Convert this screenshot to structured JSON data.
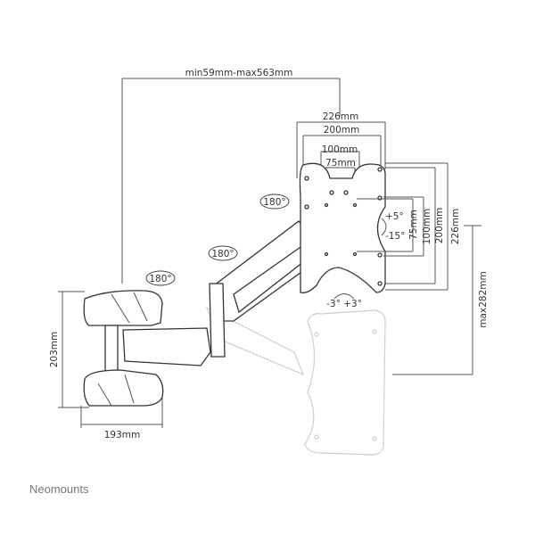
{
  "dimensions": {
    "reach": "min59mm-max563mm",
    "plate_width_outer": "226mm",
    "vesa_200_h": "200mm",
    "vesa_100_h": "100mm",
    "vesa_75_h": "75mm",
    "vesa_75_v": "75mm",
    "vesa_100_v": "100mm",
    "vesa_200_v": "200mm",
    "plate_height_outer": "226mm",
    "max_height": "max282mm",
    "clamp_height": "203mm",
    "clamp_width": "193mm"
  },
  "rotations": {
    "joint1": "180°",
    "joint2": "180°",
    "joint3": "180°",
    "tilt_up": "+5°",
    "tilt_down": "-15°",
    "rotate": "-3° +3°"
  },
  "brand": "Neomounts"
}
